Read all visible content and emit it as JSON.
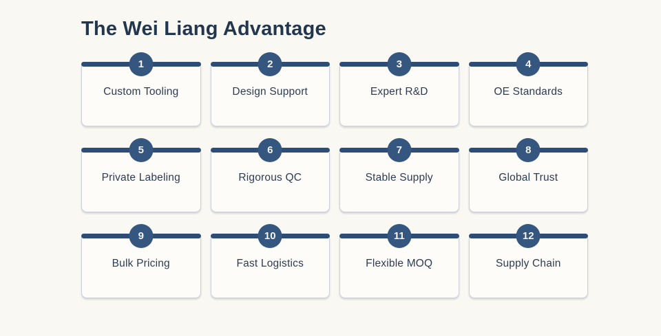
{
  "page": {
    "title": "The Wei Liang Advantage"
  },
  "colors": {
    "background": "#FAF8F2",
    "accent_navy": "#35567E",
    "bar_navy": "#2E4D76",
    "title_text": "#22364E",
    "label_text": "#2C3C52",
    "card_background": "#FDFCF9",
    "card_border": "#CBD2DC",
    "number_text": "#F6F3EC"
  },
  "items": [
    {
      "number": "1",
      "label": "Custom Tooling"
    },
    {
      "number": "2",
      "label": "Design Support"
    },
    {
      "number": "3",
      "label": "Expert R&D"
    },
    {
      "number": "4",
      "label": "OE Standards"
    },
    {
      "number": "5",
      "label": "Private Labeling"
    },
    {
      "number": "6",
      "label": "Rigorous QC"
    },
    {
      "number": "7",
      "label": "Stable Supply"
    },
    {
      "number": "8",
      "label": "Global Trust"
    },
    {
      "number": "9",
      "label": "Bulk Pricing"
    },
    {
      "number": "10",
      "label": "Fast Logistics"
    },
    {
      "number": "11",
      "label": "Flexible MOQ"
    },
    {
      "number": "12",
      "label": "Supply Chain"
    }
  ]
}
